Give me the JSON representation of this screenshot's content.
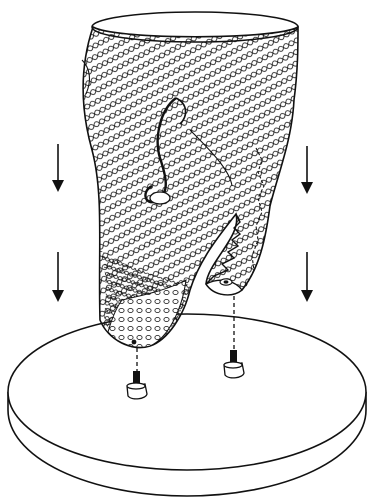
{
  "figure": {
    "kind": "line illustration",
    "subject_icon": "scaled-specimen-on-mounting-disc",
    "colors": {
      "ink": "#111111",
      "paper": "#ffffff",
      "scale_fill": "#f4f4f4"
    },
    "arrows": {
      "count": 4,
      "direction": "down"
    },
    "pegs": {
      "count": 2
    },
    "labels": []
  }
}
